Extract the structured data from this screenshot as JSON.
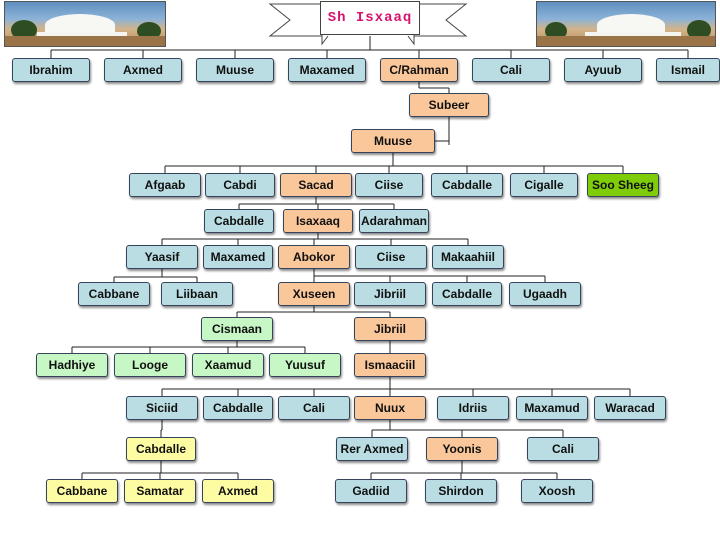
{
  "title": "Sh Isxaaq",
  "colors": {
    "blue": "#b9dde2",
    "orange": "#f9c79a",
    "green": "#c6f7c4",
    "yellow": "#fdfca2",
    "lime": "#7fcc0a",
    "title_text": "#d4146c"
  },
  "sons_of_isxaaq": [
    {
      "id": "ibrahim",
      "label": "Ibrahim",
      "color": "blue"
    },
    {
      "id": "axmed",
      "label": "Axmed",
      "color": "blue"
    },
    {
      "id": "muuse-1",
      "label": "Muuse",
      "color": "blue"
    },
    {
      "id": "maxamed-1",
      "label": "Maxamed",
      "color": "blue"
    },
    {
      "id": "crahman",
      "label": "C/Rahman",
      "color": "orange"
    },
    {
      "id": "cali-1",
      "label": "Cali",
      "color": "blue"
    },
    {
      "id": "ayuub",
      "label": "Ayuub",
      "color": "blue"
    },
    {
      "id": "ismail",
      "label": "Ismail",
      "color": "blue"
    }
  ],
  "lineage": {
    "subeer": {
      "label": "Subeer",
      "color": "orange"
    },
    "muuse": {
      "label": "Muuse",
      "color": "orange"
    }
  },
  "sons_of_muuse": [
    {
      "id": "afgaab",
      "label": "Afgaab",
      "color": "blue"
    },
    {
      "id": "cabdi",
      "label": "Cabdi",
      "color": "blue"
    },
    {
      "id": "sacad",
      "label": "Sacad",
      "color": "orange"
    },
    {
      "id": "ciise-1",
      "label": "Ciise",
      "color": "blue"
    },
    {
      "id": "cabdalle-1",
      "label": "Cabdalle",
      "color": "blue"
    },
    {
      "id": "cigalle",
      "label": "Cigalle",
      "color": "blue"
    },
    {
      "id": "soo-sheeg",
      "label": "Soo Sheeg",
      "color": "lime"
    }
  ],
  "sons_of_sacad": [
    {
      "id": "cabdalle-2",
      "label": "Cabdalle",
      "color": "blue"
    },
    {
      "id": "isaxaaq",
      "label": "Isaxaaq",
      "color": "orange"
    },
    {
      "id": "adarahman",
      "label": "Adarahman",
      "color": "blue"
    }
  ],
  "sons_of_isaxaaq": [
    {
      "id": "yaasif",
      "label": "Yaasif",
      "color": "blue"
    },
    {
      "id": "maxamed-2",
      "label": "Maxamed",
      "color": "blue"
    },
    {
      "id": "abokor",
      "label": "Abokor",
      "color": "orange"
    },
    {
      "id": "ciise-2",
      "label": "Ciise",
      "color": "blue"
    },
    {
      "id": "makaahiil",
      "label": "Makaahiil",
      "color": "blue"
    }
  ],
  "sons_of_yaasif": [
    {
      "id": "cabbane-1",
      "label": "Cabbane",
      "color": "blue"
    },
    {
      "id": "liibaan",
      "label": "Liibaan",
      "color": "blue"
    }
  ],
  "sons_of_abokor": [
    {
      "id": "xuseen",
      "label": "Xuseen",
      "color": "orange"
    },
    {
      "id": "jibriil-1",
      "label": "Jibriil",
      "color": "blue"
    },
    {
      "id": "cabdalle-3",
      "label": "Cabdalle",
      "color": "blue"
    },
    {
      "id": "ugaadh",
      "label": "Ugaadh",
      "color": "blue"
    }
  ],
  "sons_of_xuseen": [
    {
      "id": "cismaan",
      "label": "Cismaan",
      "color": "green"
    },
    {
      "id": "jibriil-2",
      "label": "Jibriil",
      "color": "orange"
    }
  ],
  "sons_of_cismaan": [
    {
      "id": "hadhiye",
      "label": "Hadhiye",
      "color": "green"
    },
    {
      "id": "looge",
      "label": "Looge",
      "color": "green"
    },
    {
      "id": "xaamud",
      "label": "Xaamud",
      "color": "green"
    },
    {
      "id": "yuusuf",
      "label": "Yuusuf",
      "color": "green"
    }
  ],
  "sons_of_jibriil": [
    {
      "id": "ismaaciil",
      "label": "Ismaaciil",
      "color": "orange"
    }
  ],
  "sons_of_ismaaciil": [
    {
      "id": "siciid",
      "label": "Siciid",
      "color": "blue"
    },
    {
      "id": "cabdalle-4",
      "label": "Cabdalle",
      "color": "blue"
    },
    {
      "id": "cali-2",
      "label": "Cali",
      "color": "blue"
    },
    {
      "id": "nuux",
      "label": "Nuux",
      "color": "orange"
    },
    {
      "id": "idriis",
      "label": "Idriis",
      "color": "blue"
    },
    {
      "id": "maxamud",
      "label": "Maxamud",
      "color": "blue"
    },
    {
      "id": "waracad",
      "label": "Waracad",
      "color": "blue"
    }
  ],
  "sons_of_siciid": [
    {
      "id": "cabdalle-5",
      "label": "Cabdalle",
      "color": "yellow"
    }
  ],
  "sons_of_cabdalle": [
    {
      "id": "cabbane-2",
      "label": "Cabbane",
      "color": "yellow"
    },
    {
      "id": "samatar",
      "label": "Samatar",
      "color": "yellow"
    },
    {
      "id": "axmed-2",
      "label": "Axmed",
      "color": "yellow"
    }
  ],
  "sons_of_nuux": [
    {
      "id": "rer-axmed",
      "label": "Rer Axmed",
      "color": "blue"
    },
    {
      "id": "yoonis",
      "label": "Yoonis",
      "color": "orange"
    },
    {
      "id": "cali-3",
      "label": "Cali",
      "color": "blue"
    }
  ],
  "sons_of_yoonis": [
    {
      "id": "gadiid",
      "label": "Gadiid",
      "color": "blue"
    },
    {
      "id": "shirdon",
      "label": "Shirdon",
      "color": "blue"
    },
    {
      "id": "xoosh",
      "label": "Xoosh",
      "color": "blue"
    }
  ]
}
